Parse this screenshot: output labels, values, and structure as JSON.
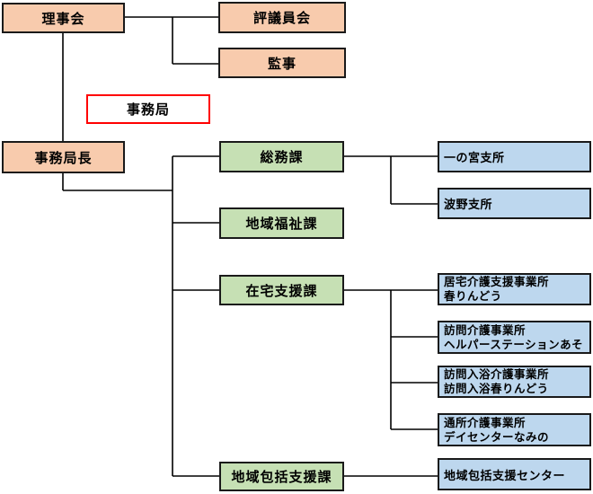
{
  "diagram": {
    "type": "organization-chart",
    "language": "ja",
    "colors": {
      "box_orange": "#F8CBAD",
      "box_green": "#C6E0B4",
      "box_blue": "#BDD7EE",
      "secretariat_border": "#FF0000",
      "line": "#000000",
      "background": "#FFFFFF"
    },
    "nodes": {
      "board": {
        "label": "理事会"
      },
      "council": {
        "label": "評議員会"
      },
      "auditor": {
        "label": "監事"
      },
      "secretariat": {
        "label": "事務局"
      },
      "secretary_general": {
        "label": "事務局長"
      },
      "general_affairs": {
        "label": "総務課"
      },
      "community_welfare": {
        "label": "地域福祉課"
      },
      "home_support": {
        "label": "在宅支援課"
      },
      "community_comprehensive_division": {
        "label": "地域包括支援課"
      },
      "ichinomiya_branch": {
        "label": "一の宮支所"
      },
      "namino_branch": {
        "label": "波野支所"
      },
      "home_care_support_office": {
        "line1": "居宅介護支援事業所",
        "line2": "春りんどう"
      },
      "visiting_care_office": {
        "line1": "訪問介護事業所",
        "line2": "ヘルパーステーションあそ"
      },
      "visiting_bath_care_office": {
        "line1": "訪問入浴介護事業所",
        "line2": "訪問入浴春りんどう"
      },
      "day_care_office": {
        "line1": "通所介護事業所",
        "line2": "デイセンターなみの"
      },
      "community_comprehensive_center": {
        "label": "地域包括支援センター"
      }
    }
  }
}
